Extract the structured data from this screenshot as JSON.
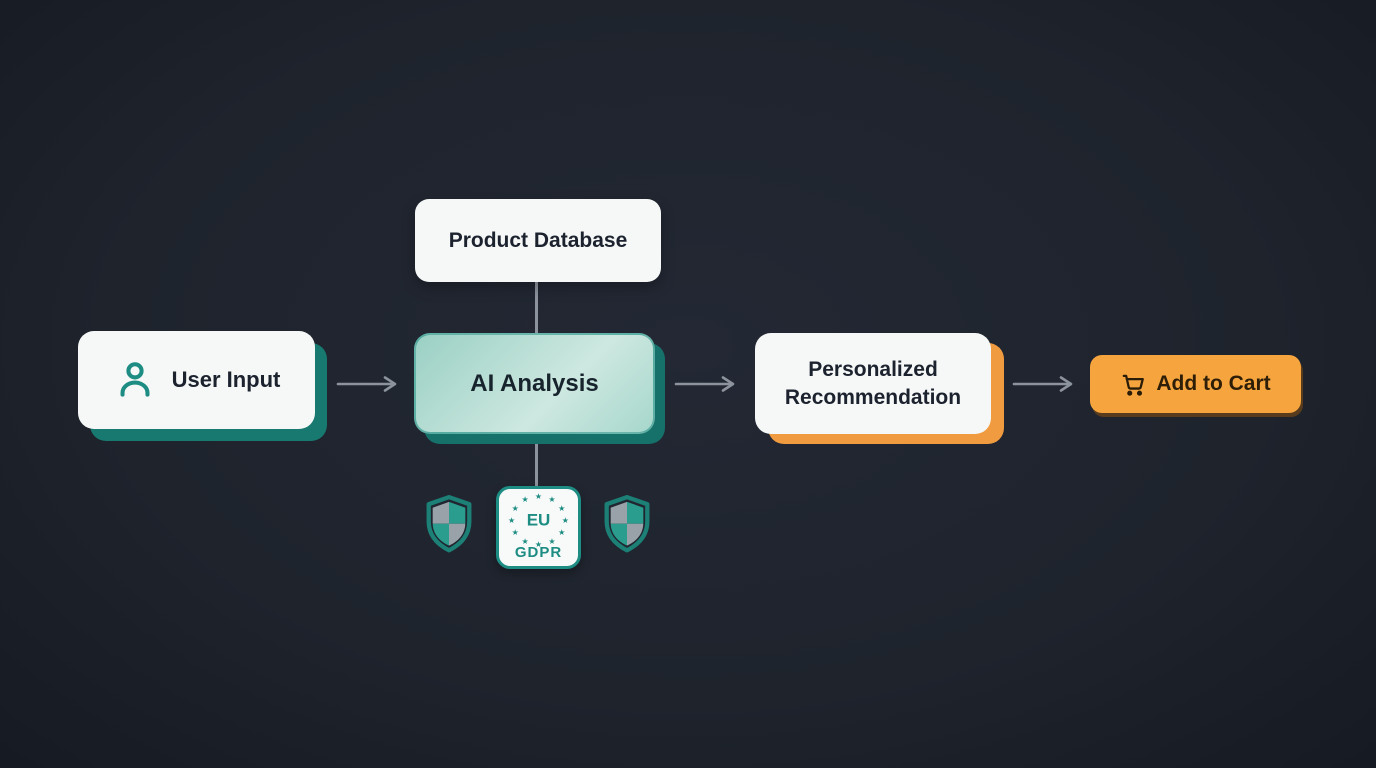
{
  "diagram": {
    "title_hint": "E-commerce AI recommendation flow",
    "background_color": "#1e232c",
    "colors": {
      "teal": "#1d8c82",
      "teal_shadow": "#17796f",
      "mint_gradient_start": "#9bd0c4",
      "mint_gradient_end": "#cde8e0",
      "orange": "#f6a53e",
      "orange_shadow": "#f09b40",
      "card_bg": "#f5f8f7",
      "text_dark": "#1c222e",
      "arrow_gray": "#8d939c",
      "shield_gray": "#98a2a8"
    },
    "nodes": {
      "product_database": {
        "label": "Product Database"
      },
      "user_input": {
        "label": "User Input",
        "icon": "user-icon"
      },
      "ai_analysis": {
        "label": "AI Analysis"
      },
      "personalized_recommendation": {
        "label": "Personalized Recommendation"
      },
      "add_to_cart": {
        "label": "Add to Cart",
        "icon": "shopping-cart-icon"
      }
    },
    "connections": [
      {
        "from": "user_input",
        "to": "ai_analysis",
        "type": "arrow-right"
      },
      {
        "from": "product_database",
        "to": "ai_analysis",
        "type": "line-down"
      },
      {
        "from": "ai_analysis",
        "to": "gdpr_badge",
        "type": "line-down"
      },
      {
        "from": "ai_analysis",
        "to": "personalized_recommendation",
        "type": "arrow-right"
      },
      {
        "from": "personalized_recommendation",
        "to": "add_to_cart",
        "type": "arrow-right"
      }
    ],
    "compliance": {
      "badge": {
        "top_label": "EU",
        "bottom_label": "GDPR",
        "star_count": 12
      },
      "shield_icons": 2
    }
  }
}
